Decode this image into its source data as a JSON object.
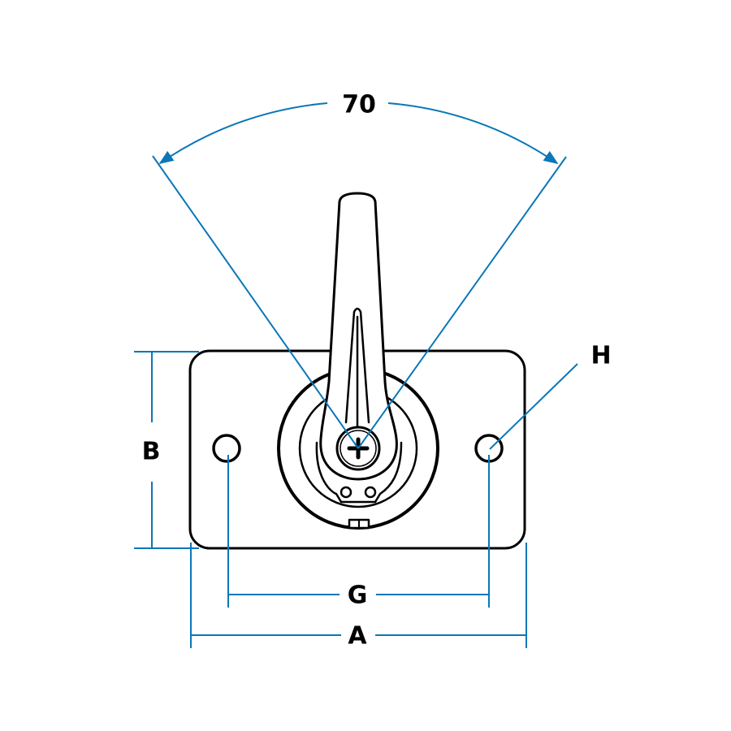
{
  "colors": {
    "dimension": "#0a77b8",
    "outline": "#000000"
  },
  "labels": {
    "angle": "70",
    "height": "B",
    "hole_spacing": "G",
    "width": "A",
    "hole": "H"
  }
}
